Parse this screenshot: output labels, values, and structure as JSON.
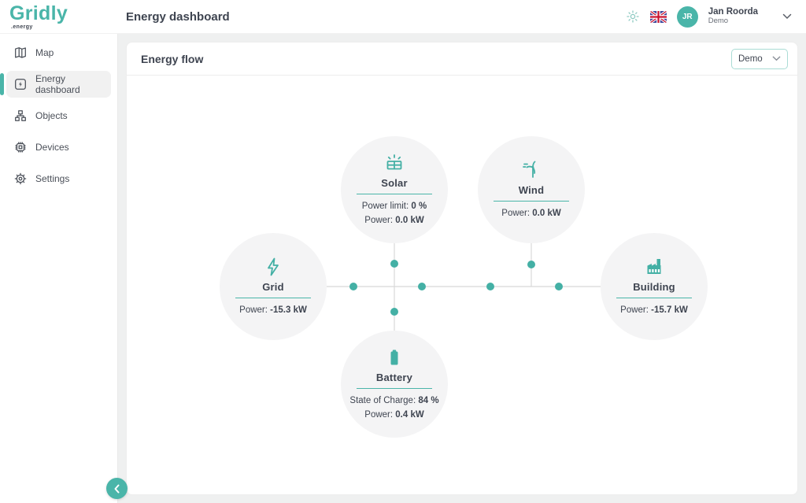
{
  "colors": {
    "accent": "#4ab5a9",
    "line": "#d8d8d8",
    "node_bg": "#f4f4f5",
    "page_bg": "#eff0f0",
    "text": "#3e4450"
  },
  "topbar": {
    "logo": "Gridly",
    "logo_sub": ".energy",
    "title": "Energy dashboard",
    "icons": [
      "sun-icon",
      "uk-flag-icon",
      "chevron-down-icon"
    ],
    "user": {
      "initials": "JR",
      "name": "Jan Roorda",
      "role": "Demo"
    }
  },
  "sidebar": {
    "items": [
      {
        "label": "Map",
        "icon": "map-icon",
        "active": false
      },
      {
        "label": "Energy dashboard",
        "icon": "dashboard-icon",
        "active": true
      },
      {
        "label": "Objects",
        "icon": "objects-icon",
        "active": false
      },
      {
        "label": "Devices",
        "icon": "devices-icon",
        "active": false
      },
      {
        "label": "Settings",
        "icon": "settings-icon",
        "active": false
      }
    ],
    "collapse_icon": "chevron-left-icon"
  },
  "card": {
    "title": "Energy flow",
    "dropdown_value": "Demo"
  },
  "nodes": {
    "solar": {
      "title": "Solar",
      "icon": "solar-panel-icon",
      "stats": [
        {
          "label": "Power limit:",
          "value": "0 %"
        },
        {
          "label": "Power:",
          "value": "0.0 kW"
        }
      ]
    },
    "wind": {
      "title": "Wind",
      "icon": "wind-turbine-icon",
      "stats": [
        {
          "label": "Power:",
          "value": "0.0 kW"
        }
      ]
    },
    "grid": {
      "title": "Grid",
      "icon": "lightning-bolt-icon",
      "stats": [
        {
          "label": "Power:",
          "value": "-15.3 kW"
        }
      ]
    },
    "building": {
      "title": "Building",
      "icon": "factory-icon",
      "stats": [
        {
          "label": "Power:",
          "value": "-15.7 kW"
        }
      ]
    },
    "battery": {
      "title": "Battery",
      "icon": "battery-icon",
      "stats": [
        {
          "label": "State of Charge:",
          "value": "84 %"
        },
        {
          "label": "Power:",
          "value": "0.4 kW"
        }
      ]
    }
  }
}
